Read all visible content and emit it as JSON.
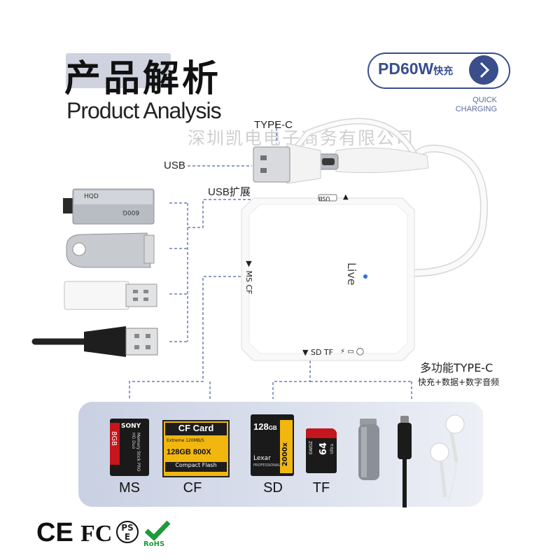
{
  "title": {
    "cn": "产品解析",
    "en": "Product Analysis"
  },
  "watermark": "深圳凯电电子商务有限公司",
  "pd_badge": {
    "main": "PD60W",
    "suffix": "快充",
    "sub_line1": "QUICK",
    "sub_line2": "CHARGING"
  },
  "labels": {
    "type_c": "TYPE-C",
    "usb": "USB",
    "usb_ext": "USB扩展",
    "multi_title": "多功能TYPE-C",
    "multi_sub": "快充+数据+数字音频",
    "hub_usb": "USB",
    "hub_ms_cf": "MS  CF",
    "hub_sd_tf": "SD  TF",
    "hub_brand": "Live"
  },
  "devices": {
    "flash1_brand": "HQD",
    "flash1_size": "600G"
  },
  "cards": {
    "ms": {
      "label": "MS",
      "brand": "SONY",
      "size": "8GB",
      "line": "Memory Stick PRO HG Duo"
    },
    "cf": {
      "label": "CF",
      "head": "CF Card",
      "sub": "Extreme  120MB/S",
      "size": "128GB 800X",
      "foot": "Compact Flash"
    },
    "sd": {
      "label": "SD",
      "size": "128",
      "unit": "GB",
      "brand": "Lexar",
      "speed": "2000x",
      "pro": "PROFESSIONAL"
    },
    "tf": {
      "label": "TF",
      "size": "64",
      "brand": "GWDZ",
      "ultra": "Ultra"
    }
  },
  "certs": {
    "ce": "CE",
    "fc": "FC",
    "pse": "PS\nE",
    "rohs": "RoHS"
  },
  "colors": {
    "accent": "#3a4e8c",
    "dash": "#6a7fb0",
    "panel": "#d5dbe9"
  }
}
